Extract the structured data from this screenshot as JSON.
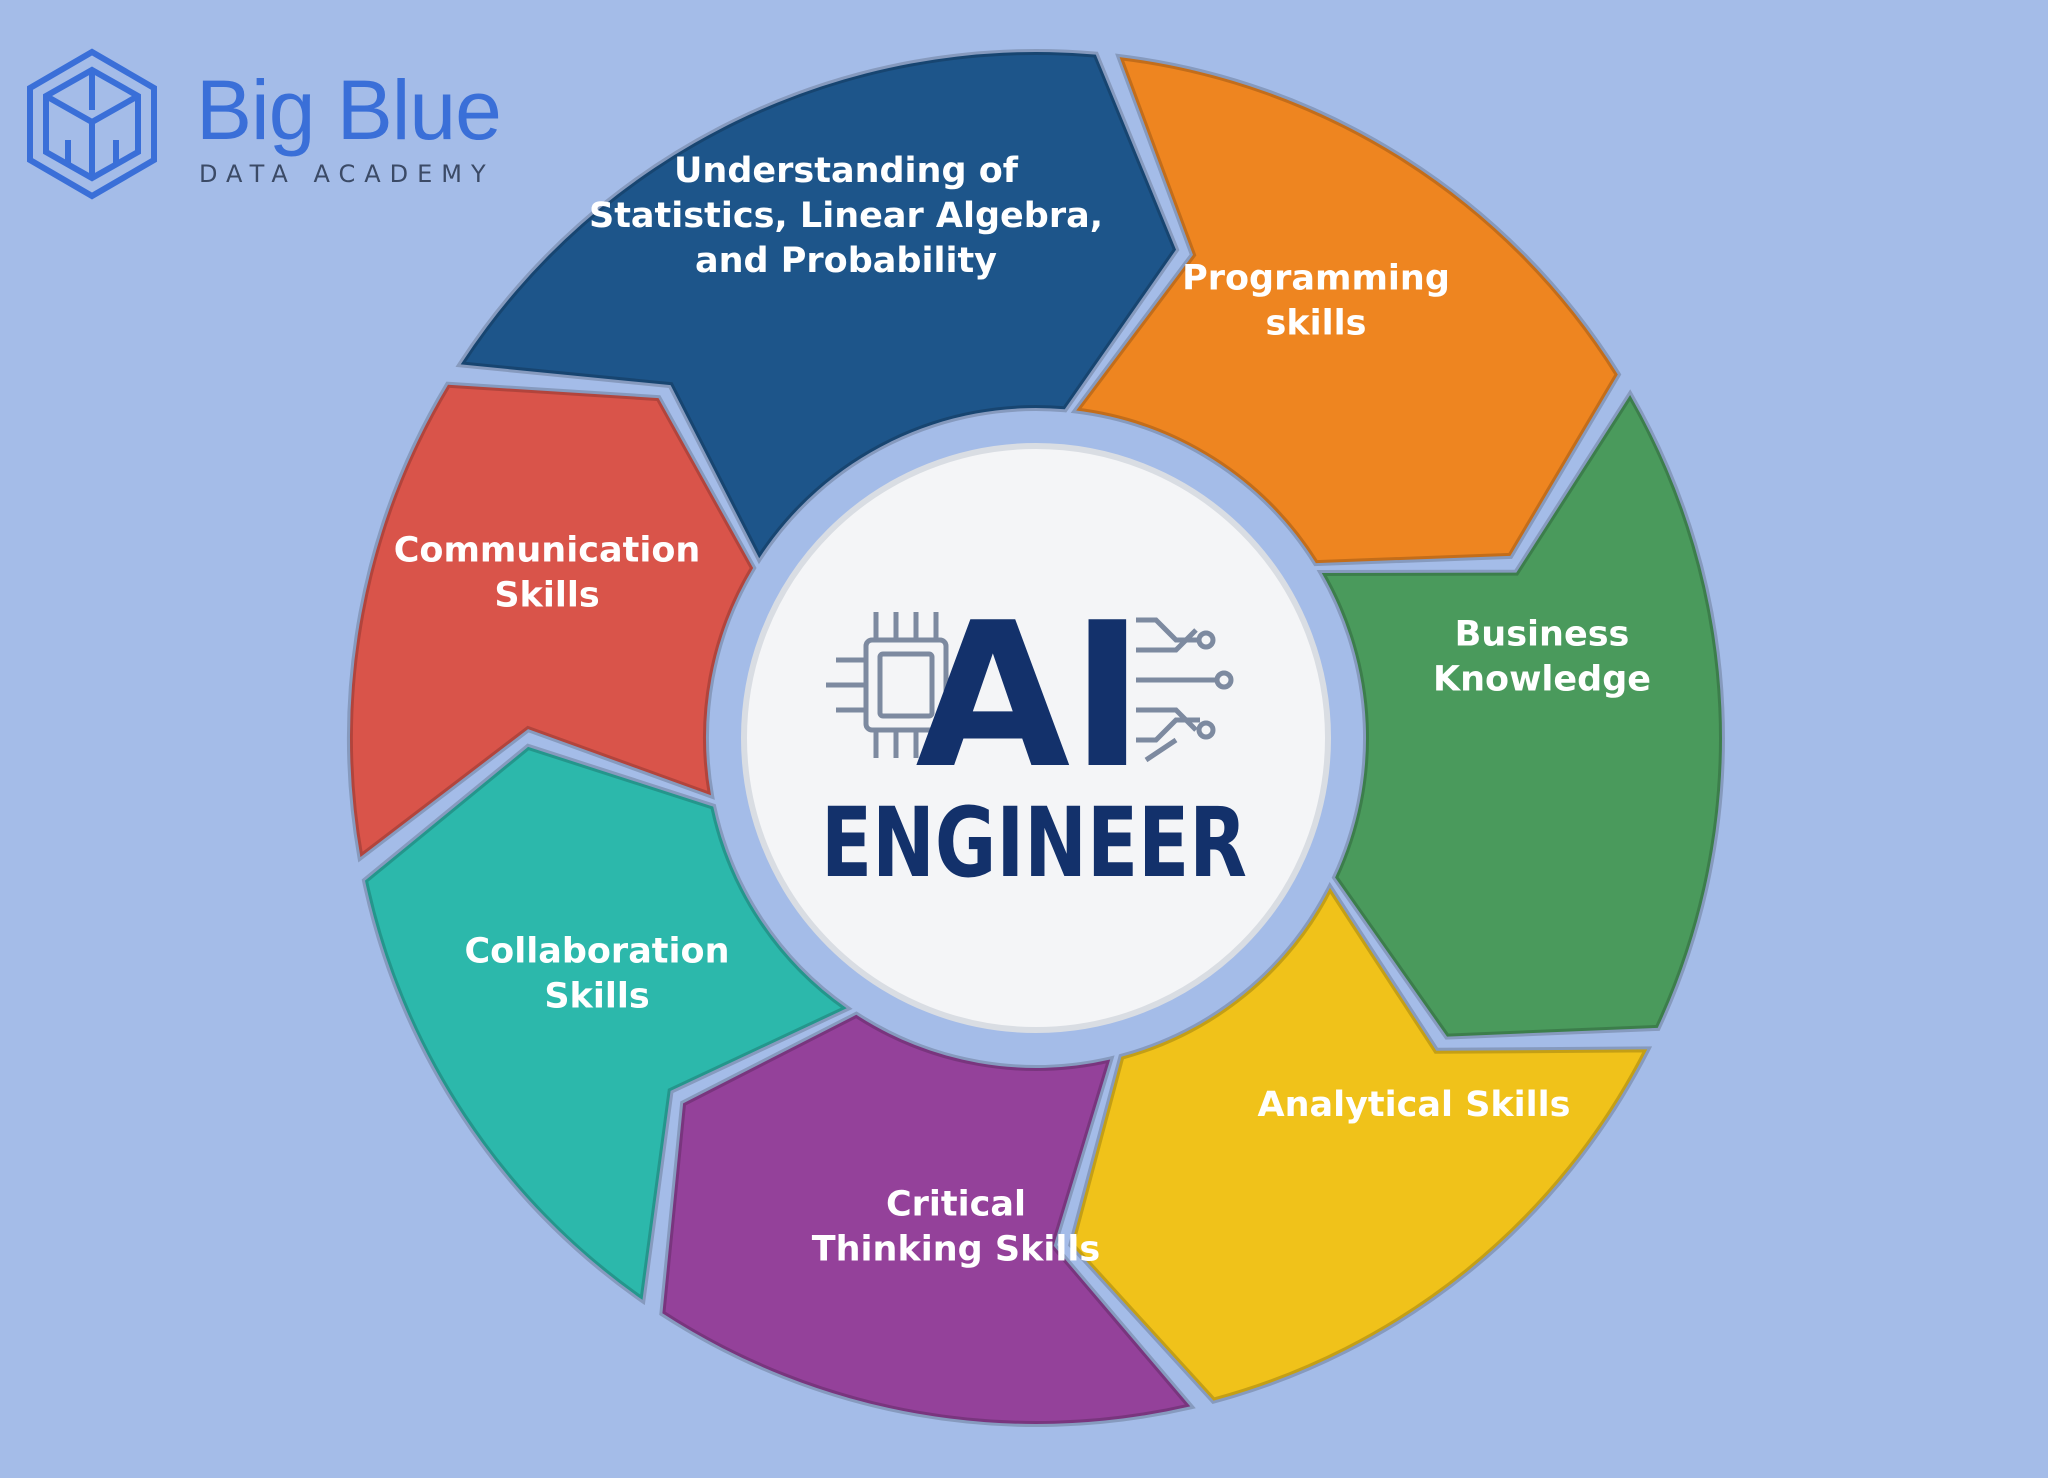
{
  "logo": {
    "title": "Big Blue",
    "subtitle": "DATA ACADEMY"
  },
  "center": {
    "line1": "AI",
    "line2": "ENGINEER",
    "text_color": "#13316b"
  },
  "segments": [
    {
      "label": [
        "Understanding of",
        "Statistics, Linear Algebra,",
        "and Probability"
      ],
      "color": "#1d558a",
      "text_color": "#ffffff"
    },
    {
      "label": [
        "Programming",
        "skills"
      ],
      "color": "#ee8520",
      "text_color": "#ffffff"
    },
    {
      "label": [
        "Business",
        "Knowledge"
      ],
      "color": "#4a9a5c",
      "text_color": "#ffffff"
    },
    {
      "label": [
        "Analytical Skills"
      ],
      "color": "#f0c21a",
      "text_color": "#1f2a44"
    },
    {
      "label": [
        "Critical",
        "Thinking Skills"
      ],
      "color": "#94419a",
      "text_color": "#ffffff"
    },
    {
      "label": [
        "Collaboration",
        "Skills"
      ],
      "color": "#2cb8ab",
      "text_color": "#ffffff"
    },
    {
      "label": [
        "Communication",
        "Skills"
      ],
      "color": "#d9544a",
      "text_color": "#ffffff"
    }
  ]
}
